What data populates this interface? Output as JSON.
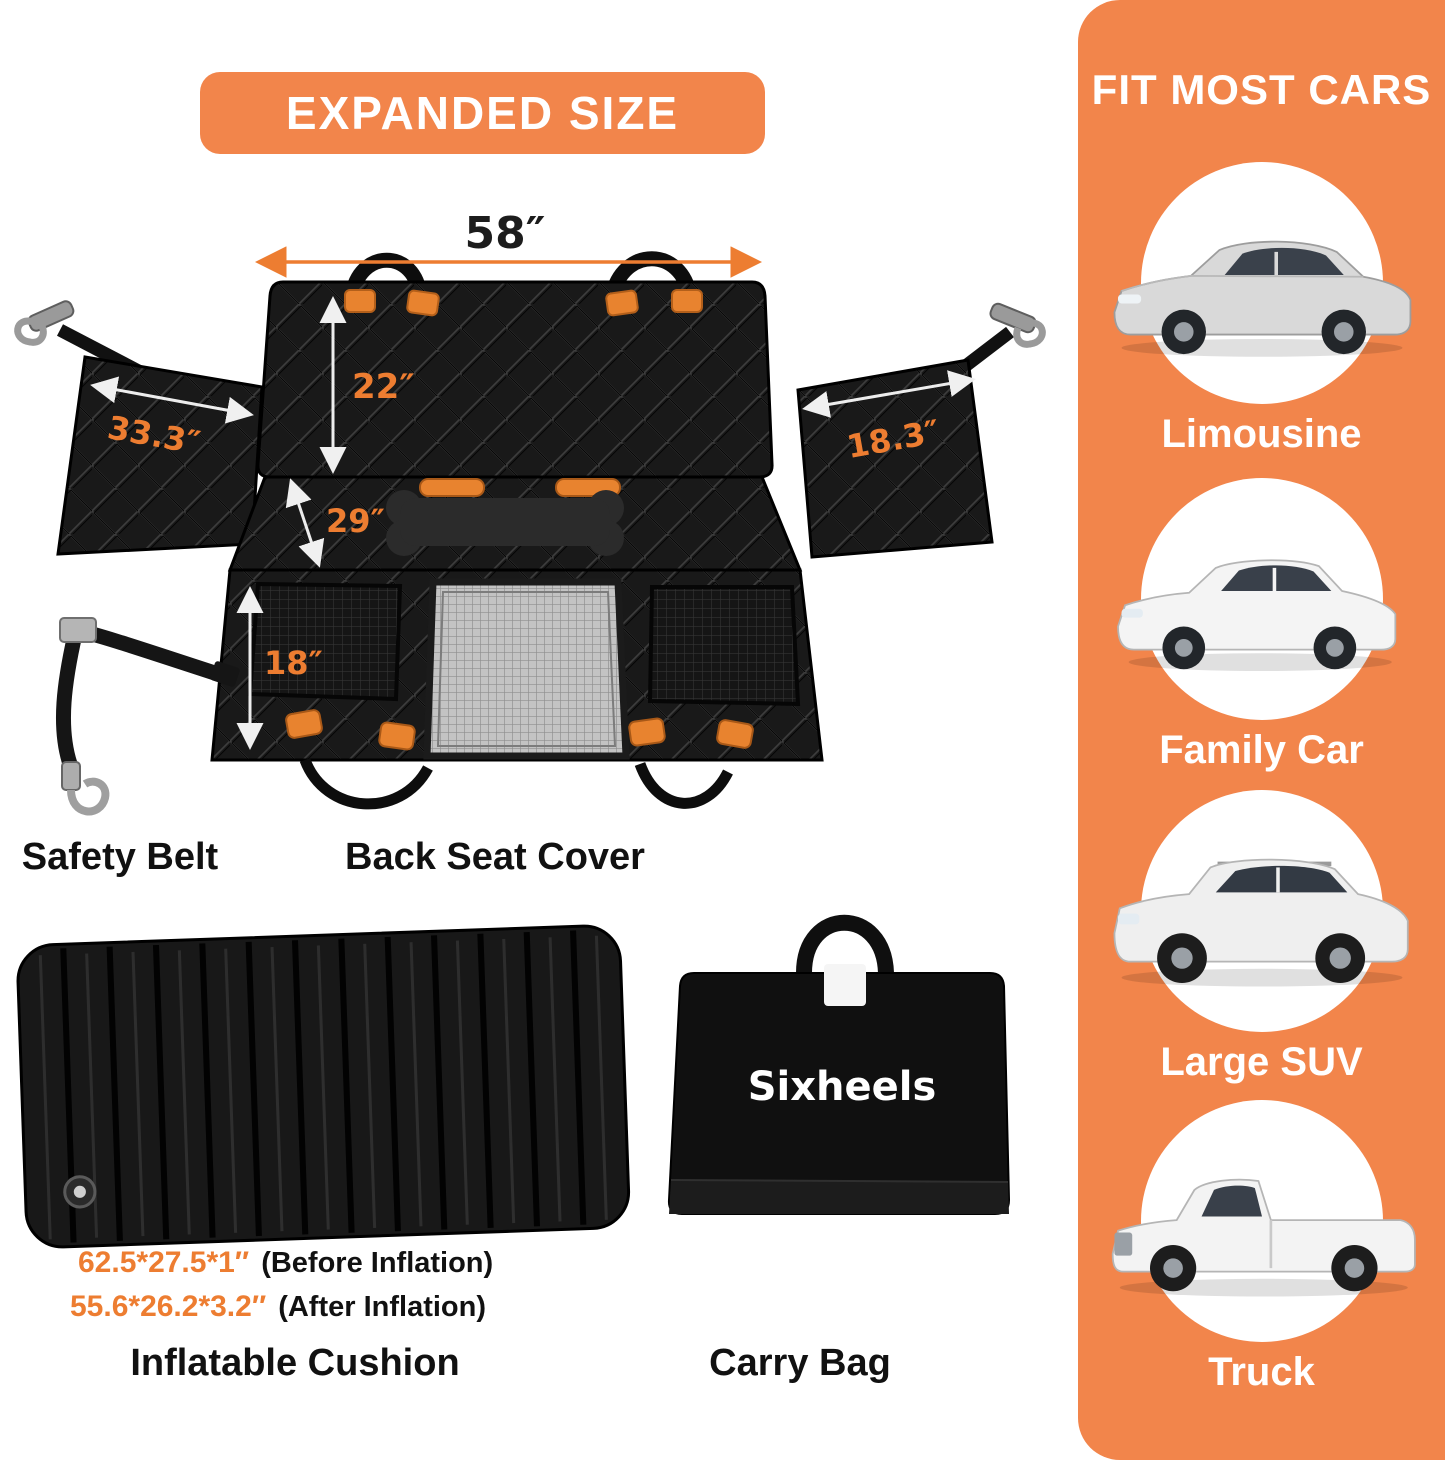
{
  "banner": {
    "title": "EXPANDED SIZE"
  },
  "seat_cover": {
    "dimensions": {
      "top_width": "58″",
      "back_height": "22″",
      "left_flap": "33.3″",
      "right_flap": "18.3″",
      "seat_depth": "29″",
      "front_height": "18″"
    }
  },
  "labels": {
    "safety_belt": "Safety Belt",
    "back_seat_cover": "Back Seat Cover",
    "inflatable_cushion": "Inflatable Cushion",
    "carry_bag": "Carry Bag"
  },
  "cushion": {
    "before_size": "62.5*27.5*1″",
    "before_note": "(Before Inflation)",
    "after_size": "55.6*26.2*3.2″",
    "after_note": "(After Inflation)"
  },
  "carry_bag": {
    "brand": "Sixheels"
  },
  "sidebar": {
    "title": "FIT MOST CARS",
    "cars": [
      {
        "label": "Limousine",
        "icon": "sedan-car-icon"
      },
      {
        "label": "Family Car",
        "icon": "hatchback-car-icon"
      },
      {
        "label": "Large SUV",
        "icon": "suv-car-icon"
      },
      {
        "label": "Truck",
        "icon": "pickup-truck-icon"
      }
    ]
  },
  "colors": {
    "accent_orange": "#F2854B",
    "dimension_orange": "#ED7D31",
    "cover_black": "#181818"
  }
}
